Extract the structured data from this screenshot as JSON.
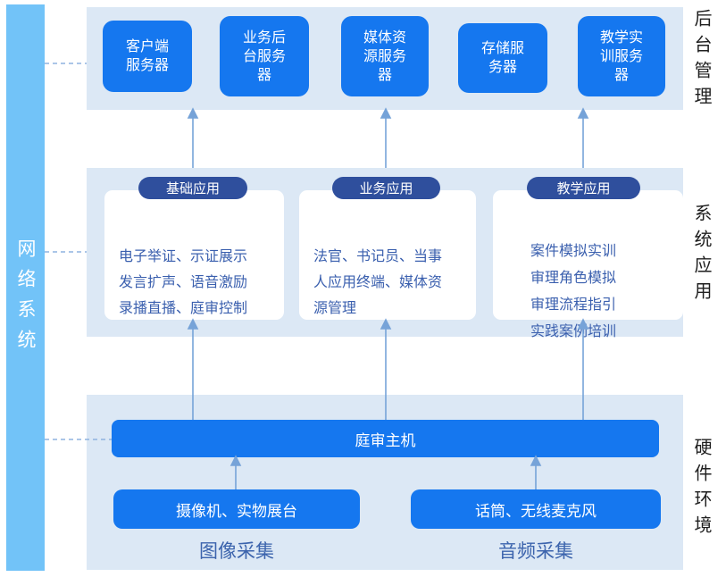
{
  "colors": {
    "network_bar": "#72c3f8",
    "panel_bg": "#dce8f5",
    "box_blue": "#1577ef",
    "pill_navy": "#2f4f9d",
    "card_text": "#3a5fae",
    "capture_label_text": "#3c64ad",
    "arrow": "#76a3d8",
    "section_label_text": "#1f1f1f"
  },
  "network_bar": {
    "label": "网络系统"
  },
  "backend": {
    "section_label": "后台管理",
    "servers": [
      "客户端\n服务器",
      "业务后\n台服务\n器",
      "媒体资\n源服务\n器",
      "存储服\n务器",
      "教学实\n训服务\n器"
    ]
  },
  "applications": {
    "section_label": "系统应用",
    "groups": [
      {
        "badge": "基础应用",
        "text": "电子举证、示证展示\n发言扩声、语音激励\n录播直播、庭审控制"
      },
      {
        "badge": "业务应用",
        "text": "法官、书记员、当事\n人应用终端、媒体资\n源管理"
      },
      {
        "badge": "教学应用",
        "text": "案件模拟实训\n审理角色模拟\n审理流程指引\n实践案例培训"
      }
    ]
  },
  "hardware": {
    "section_label": "硬件环境",
    "host": "庭审主机",
    "devices": [
      {
        "box": "摄像机、实物展台",
        "label": "图像采集"
      },
      {
        "box": "话筒、无线麦克风",
        "label": "音频采集"
      }
    ]
  }
}
